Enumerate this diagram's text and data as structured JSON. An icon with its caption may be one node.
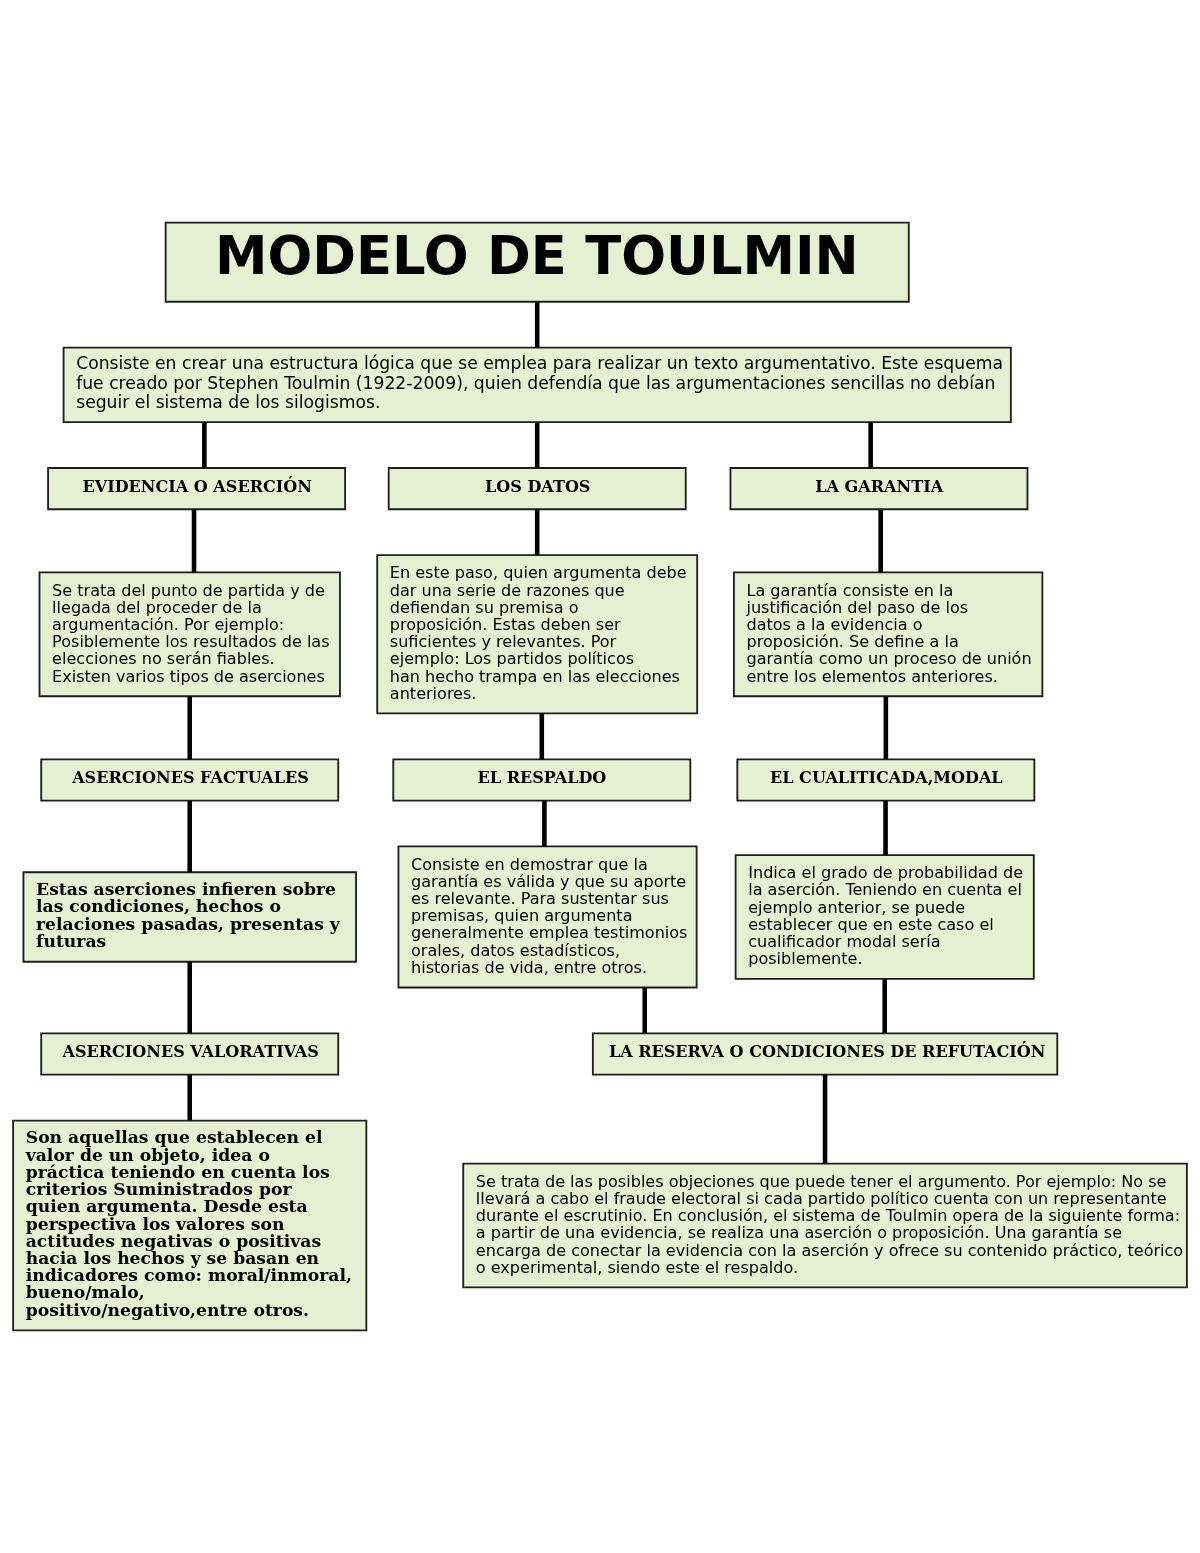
{
  "diagram": {
    "nodes": [
      {
        "text": [
          "MODELO DE TOULMIN"
        ]
      },
      {
        "text": [
          "Consiste en crear una estructura lógica que se emplea para realizar un texto argumentativo. Este esquema fue creado por Stephen Toulmin (1922-2009), quien defendía que las argumentaciones sencillas no debían seguir el sistema de los silogismos."
        ]
      },
      {
        "text": [
          "EVIDENCIA O ASERCIÓN"
        ]
      },
      {
        "text": [
          "LOS DATOS"
        ]
      },
      {
        "text": [
          "LA GARANTIA"
        ]
      },
      {
        "text": [
          "Se trata del punto de partida y de llegada del proceder de la argumentación. Por ejemplo: Posiblemente los resultados de las elecciones no serán fiables. Existen varios tipos de aserciones"
        ]
      },
      {
        "text": [
          "En este paso, quien argumenta debe dar una serie de razones que defiendan su premisa o proposición. Estas deben ser suficientes y relevantes. Por ejemplo: Los partidos políticos han hecho trampa en las elecciones anteriores."
        ]
      },
      {
        "text": [
          "La garantía consiste en la justificación del paso de los datos a la evidencia o proposición. Se define a la garantía como un proceso de unión entre los elementos anteriores."
        ]
      },
      {
        "text": [
          "ASERCIONES FACTUALES"
        ]
      },
      {
        "text": [
          "EL RESPALDO"
        ]
      },
      {
        "text": [
          "EL CUALITICADA,MODAL"
        ]
      },
      {
        "text": [
          "Estas aserciones infieren sobre las condiciones, hechos o relaciones pasadas, presentas y futuras"
        ]
      },
      {
        "text": [
          "Consiste en demostrar que la garantía es válida y que su aporte es relevante. Para sustentar sus premisas, quien argumenta generalmente emplea testimonios orales, datos estadísticos, historias de vida, entre otros."
        ]
      },
      {
        "text": [
          "Indica el grado de probabilidad de la aserción. Teniendo en cuenta el ejemplo anterior, se puede establecer que en este caso el cualificador modal sería posiblemente."
        ]
      },
      {
        "text": [
          "ASERCIONES VALORATIVAS"
        ]
      },
      {
        "text": [
          "Son aquellas que establecen el valor de un objeto, idea o práctica teniendo en cuenta los criterios Suministrados por quien argumenta. Desde esta perspectiva los valores son actitudes negativas o positivas hacia los hechos y se basan en indicadores como: moral/inmoral, bueno/malo, positivo/negativo,entre otros."
        ]
      },
      {
        "text": [
          "LA RESERVA O CONDICIONES DE REFUTACIÓN"
        ]
      },
      {
        "text": [
          "Se trata de las posibles objeciones que puede tener el argumento. Por ejemplo: No se llevará a cabo el fraude electoral si cada partido político cuenta con un representante durante el escrutinio. En conclusión, el sistema de Toulmin opera de la siguiente forma: a partir de una evidencia, se realiza una aserción o proposición. Una garantía se encarga de conectar la evidencia con la aserción y ofrece su contenido práctico, teórico o experimental, siendo este el respaldo."
        ]
      }
    ],
    "edges": [
      {
        "from": 0,
        "to": 1,
        "arrow": "none"
      },
      {
        "from": 1,
        "to": 2,
        "arrow": "none"
      },
      {
        "from": 1,
        "to": 3,
        "arrow": "none"
      },
      {
        "from": 1,
        "to": 4,
        "arrow": "none"
      },
      {
        "from": 2,
        "to": 5,
        "arrow": "none"
      },
      {
        "from": 3,
        "to": 6,
        "arrow": "none"
      },
      {
        "from": 4,
        "to": 7,
        "arrow": "none"
      },
      {
        "from": 5,
        "to": 8,
        "arrow": "none"
      },
      {
        "from": 6,
        "to": 9,
        "arrow": "none"
      },
      {
        "from": 7,
        "to": 10,
        "arrow": "none"
      },
      {
        "from": 8,
        "to": 11,
        "arrow": "none"
      },
      {
        "from": 9,
        "to": 12,
        "arrow": "none"
      },
      {
        "from": 10,
        "to": 13,
        "arrow": "none"
      },
      {
        "from": 11,
        "to": 14,
        "arrow": "none"
      },
      {
        "from": 14,
        "to": 15,
        "arrow": "none"
      },
      {
        "from": 12,
        "to": 16,
        "arrow": "none"
      },
      {
        "from": 13,
        "to": 16,
        "arrow": "none"
      },
      {
        "from": 16,
        "to": 17,
        "arrow": "none"
      }
    ]
  }
}
